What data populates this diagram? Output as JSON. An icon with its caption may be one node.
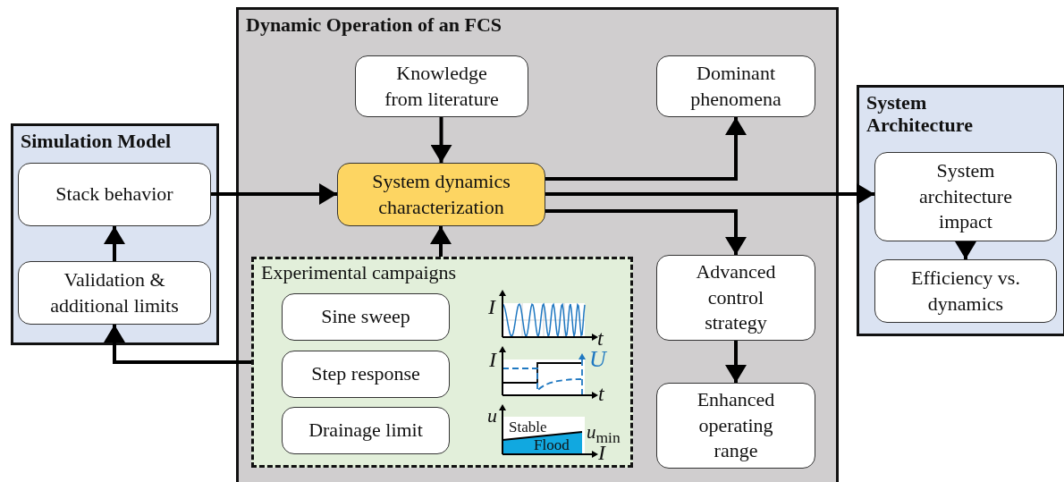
{
  "diagram": {
    "nodes": [
      {
        "text": [
          "Simulation Model"
        ]
      },
      {
        "text": [
          "Stack behavior"
        ],
        "in": 0
      },
      {
        "text": [
          "Validation & additional limits"
        ],
        "in": 0
      },
      {
        "text": [
          "Dynamic Operation of an FCS"
        ]
      },
      {
        "text": [
          "Knowledge from literature"
        ],
        "in": 3
      },
      {
        "text": [
          "Dominant phenomena"
        ],
        "in": 3
      },
      {
        "text": [
          "System dynamics characterization"
        ],
        "in": 3
      },
      {
        "text": [
          "Experimental campaigns"
        ],
        "in": 3
      },
      {
        "text": [
          "Sine sweep"
        ],
        "in": 7
      },
      {
        "text": [
          "Step response"
        ],
        "in": 7
      },
      {
        "text": [
          "Drainage limit"
        ],
        "in": 7
      },
      {
        "text": [
          "Advanced control strategy"
        ],
        "in": 3
      },
      {
        "text": [
          "Enhanced operating range"
        ],
        "in": 3
      },
      {
        "text": [
          "System Architecture"
        ]
      },
      {
        "text": [
          "System architecture impact"
        ],
        "in": 13
      },
      {
        "text": [
          "Efficiency vs. dynamics"
        ],
        "in": 13
      }
    ],
    "edges": [
      {
        "from": 1,
        "to": 6,
        "arrow": "to"
      },
      {
        "from": 2,
        "to": 1,
        "arrow": "to"
      },
      {
        "from": 4,
        "to": 6,
        "arrow": "to"
      },
      {
        "from": 6,
        "to": 5,
        "arrow": "to"
      },
      {
        "from": 6,
        "to": 14,
        "arrow": "to"
      },
      {
        "from": 6,
        "to": 11,
        "arrow": "to"
      },
      {
        "from": 7,
        "to": 6,
        "arrow": "to"
      },
      {
        "from": 7,
        "to": 2,
        "arrow": "to"
      },
      {
        "from": 11,
        "to": 12,
        "arrow": "to"
      },
      {
        "from": 14,
        "to": 15,
        "arrow": "to"
      }
    ],
    "labels": [
      "I",
      "t",
      "I",
      "U",
      "t",
      "u",
      "Stable",
      "*u*$_{min}$",
      "Flood",
      "I"
    ]
  }
}
